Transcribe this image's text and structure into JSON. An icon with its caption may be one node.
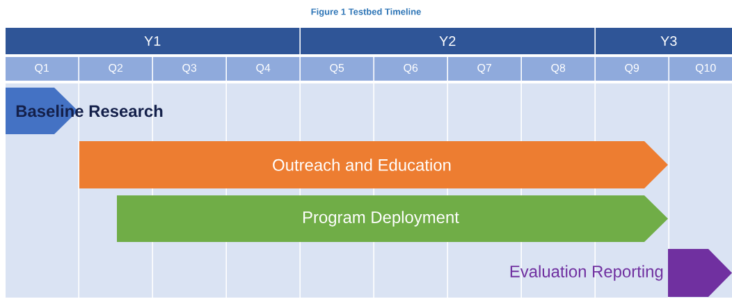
{
  "diagram": {
    "title": "Figure 1 Testbed Timeline",
    "nodes": [
      {
        "text": [
          "Y1"
        ]
      },
      {
        "text": [
          "Y2"
        ]
      },
      {
        "text": [
          "Y3"
        ]
      },
      {
        "text": [
          "Q1"
        ]
      },
      {
        "text": [
          "Q2"
        ]
      },
      {
        "text": [
          "Q3"
        ]
      },
      {
        "text": [
          "Q4"
        ]
      },
      {
        "text": [
          "Q5"
        ]
      },
      {
        "text": [
          "Q6"
        ]
      },
      {
        "text": [
          "Q7"
        ]
      },
      {
        "text": [
          "Q8"
        ]
      },
      {
        "text": [
          "Q9"
        ]
      },
      {
        "text": [
          "Q10"
        ]
      },
      {
        "text": [
          "Baseline Research"
        ]
      },
      {
        "text": [
          "Outreach and Education"
        ]
      },
      {
        "text": [
          "Program Deployment"
        ]
      },
      {
        "text": [
          "Evaluation Reporting"
        ]
      }
    ]
  }
}
